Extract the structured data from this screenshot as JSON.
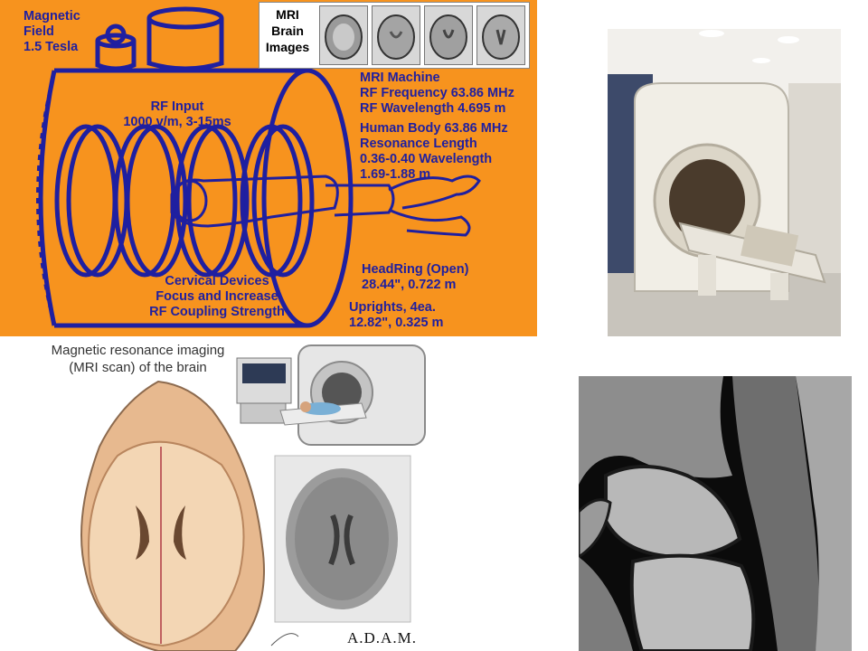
{
  "diagram": {
    "magnetic_field": [
      "Magnetic",
      "Field",
      "1.5 Tesla"
    ],
    "rf_input": [
      "RF Input",
      "1000 v/m, 3-15ms"
    ],
    "brain_images_caption": [
      "MRI",
      "Brain",
      "Images"
    ],
    "machine_specs": [
      "MRI Machine",
      "RF Frequency 63.86 MHz",
      "RF Wavelength 4.695 m"
    ],
    "body_specs": [
      "Human Body 63.86 MHz",
      "Resonance Length",
      "0.36-0.40 Wavelength",
      "1.69-1.88 m"
    ],
    "cervical": [
      "Cervical Devices",
      "Focus and Increase",
      "RF Coupling Strength"
    ],
    "headring": [
      "HeadRing (Open)",
      "28.44\", 0.722 m"
    ],
    "uprights": [
      "Uprights, 4ea.",
      "12.82\", 0.325 m"
    ],
    "colors": {
      "background": "#f7931e",
      "ink": "#1f1fa0"
    }
  },
  "adam": {
    "title": [
      "Magnetic resonance imaging",
      "(MRI scan) of the brain"
    ],
    "logo": "A.D.A.M."
  },
  "photos": {
    "mri_machine": "mri-machine-photo",
    "knee_scan": "knee-mri-scan"
  }
}
